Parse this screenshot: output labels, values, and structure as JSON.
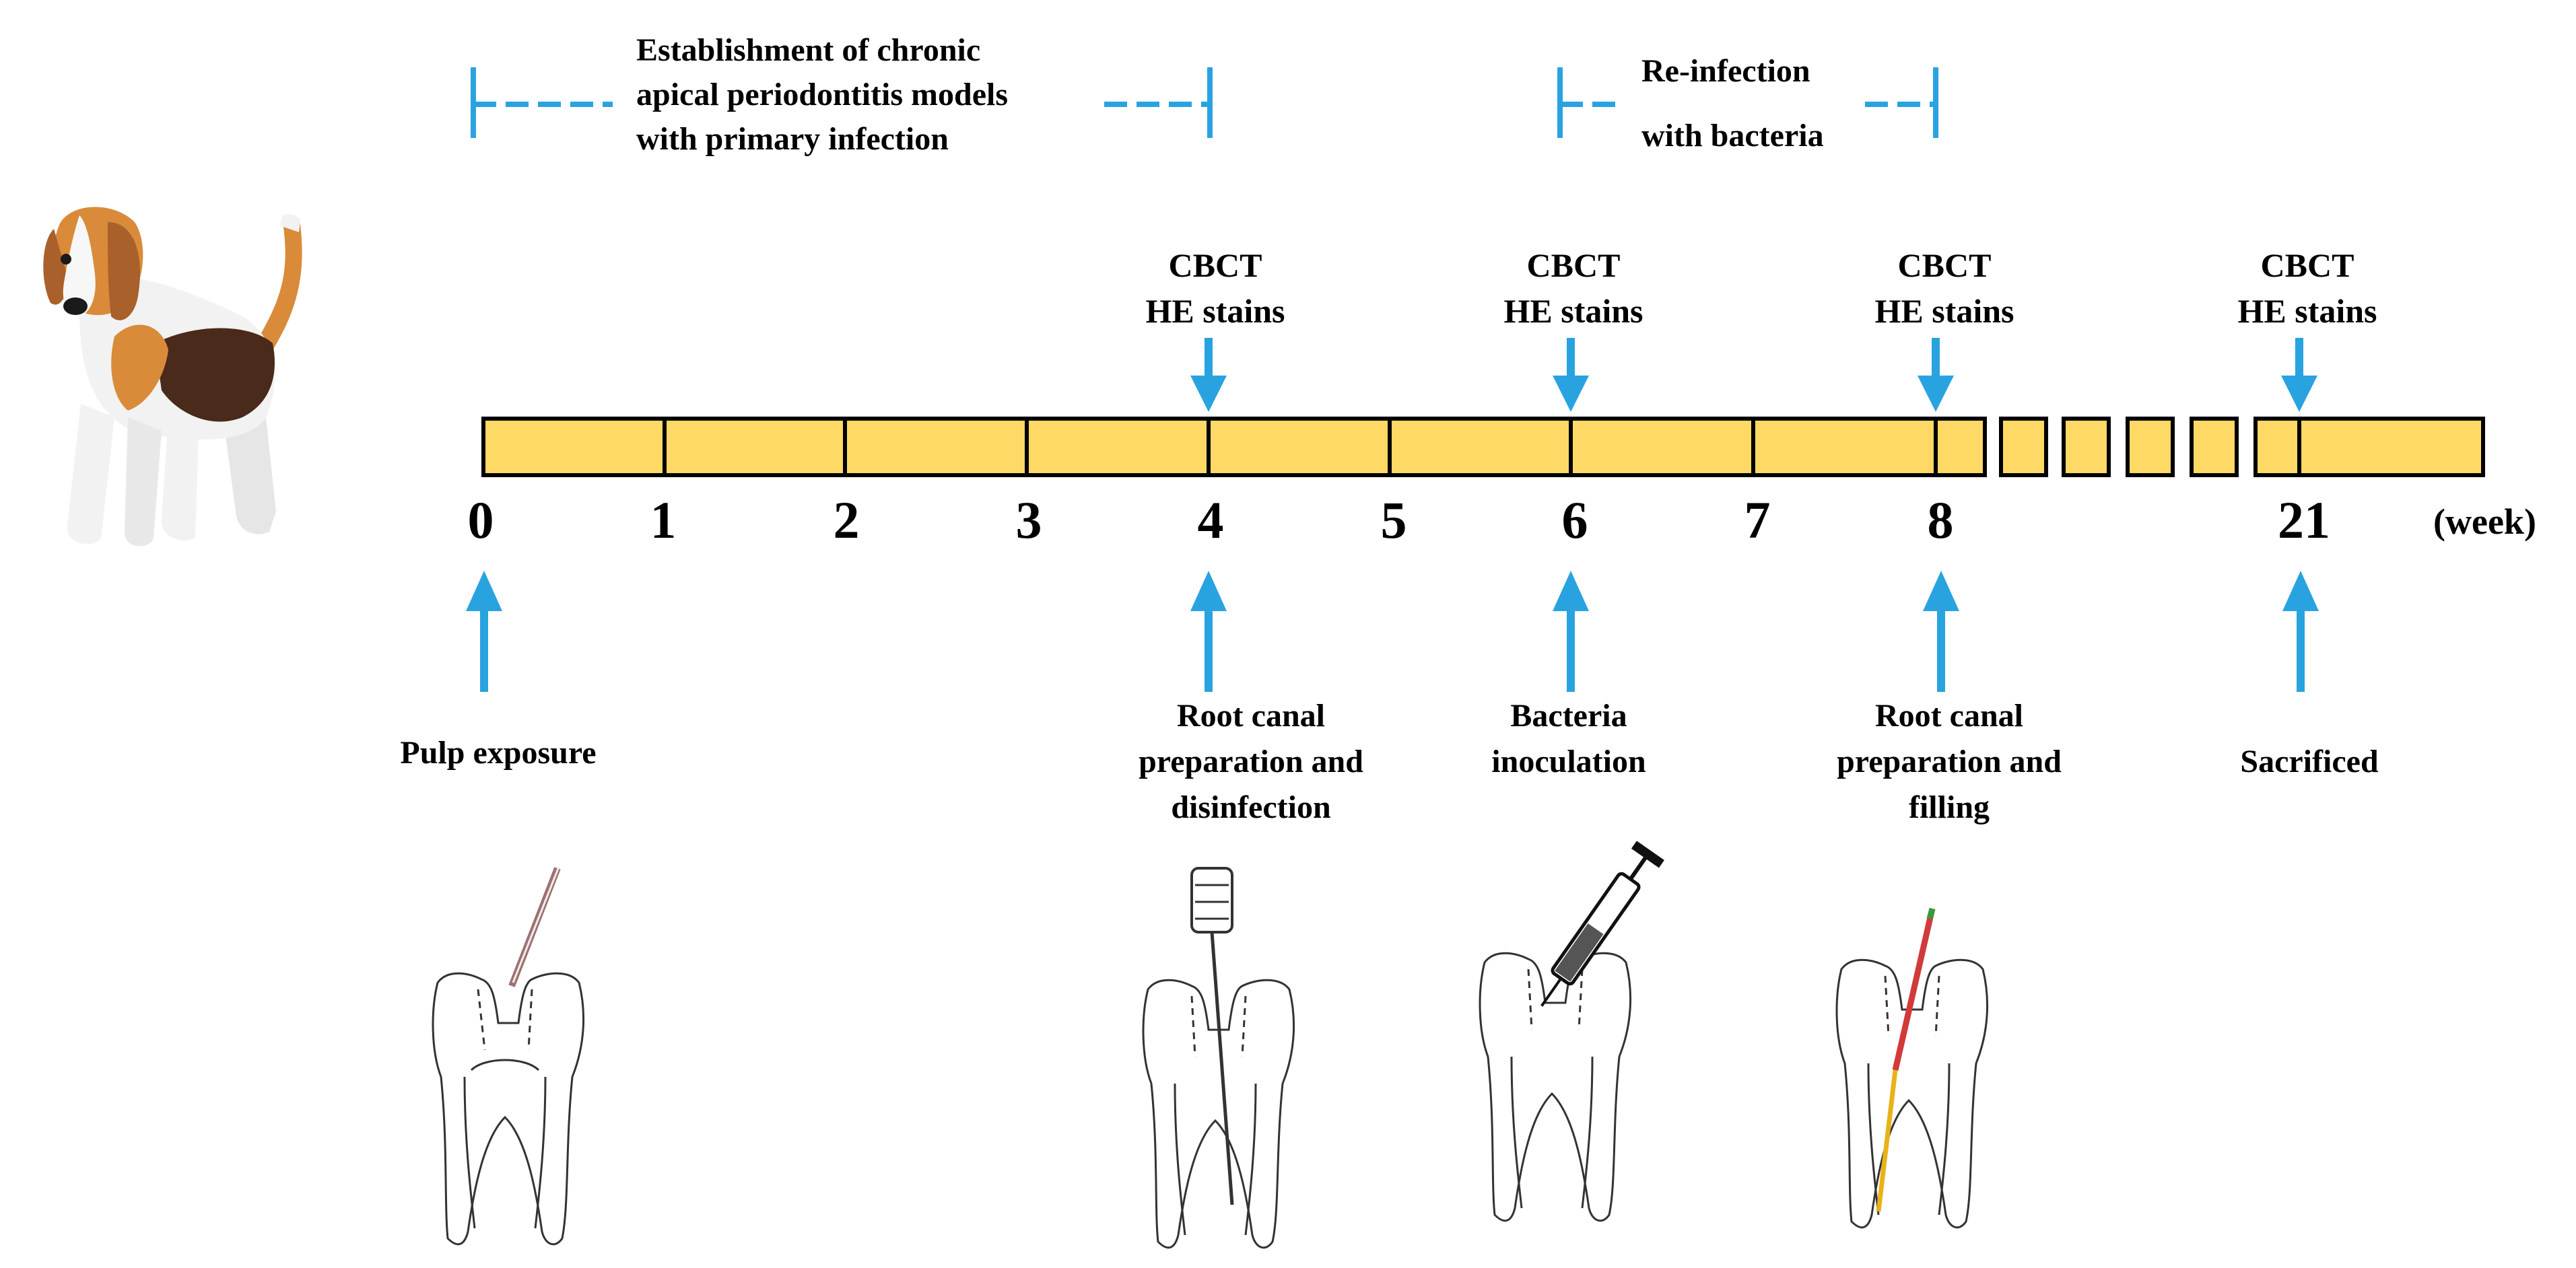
{
  "phases": [
    {
      "id": "primary",
      "lines": [
        "Establishment of chronic",
        "apical periodontitis models",
        "with primary infection"
      ]
    },
    {
      "id": "reinfection",
      "lines": [
        "Re-infection",
        "with bacteria"
      ]
    }
  ],
  "exams": [
    {
      "week": "4",
      "lines": [
        "CBCT",
        "HE stains"
      ]
    },
    {
      "week": "6",
      "lines": [
        "CBCT",
        "HE stains"
      ]
    },
    {
      "week": "8",
      "lines": [
        "CBCT",
        "HE stains"
      ]
    },
    {
      "week": "21",
      "lines": [
        "CBCT",
        "HE stains"
      ]
    }
  ],
  "weeks": [
    "0",
    "1",
    "2",
    "3",
    "4",
    "5",
    "6",
    "7",
    "8",
    "21"
  ],
  "unit": "(week)",
  "events": [
    {
      "week": "0",
      "lines": [
        "Pulp exposure"
      ]
    },
    {
      "week": "4",
      "lines": [
        "Root canal",
        "preparation and",
        "disinfection"
      ]
    },
    {
      "week": "6",
      "lines": [
        "Bacteria",
        "inoculation"
      ]
    },
    {
      "week": "8",
      "lines": [
        "Root canal",
        "preparation and",
        "filling"
      ]
    },
    {
      "week": "21",
      "lines": [
        "Sacrificed"
      ]
    }
  ],
  "colors": {
    "timeline_fill": "#FFD966",
    "arrow": "#29A3E0",
    "outline": "#000000"
  },
  "icons": [
    "beagle-dog-icon",
    "tooth-needle-icon",
    "tooth-file-icon",
    "tooth-syringe-icon",
    "tooth-gutta-percha-icon"
  ]
}
